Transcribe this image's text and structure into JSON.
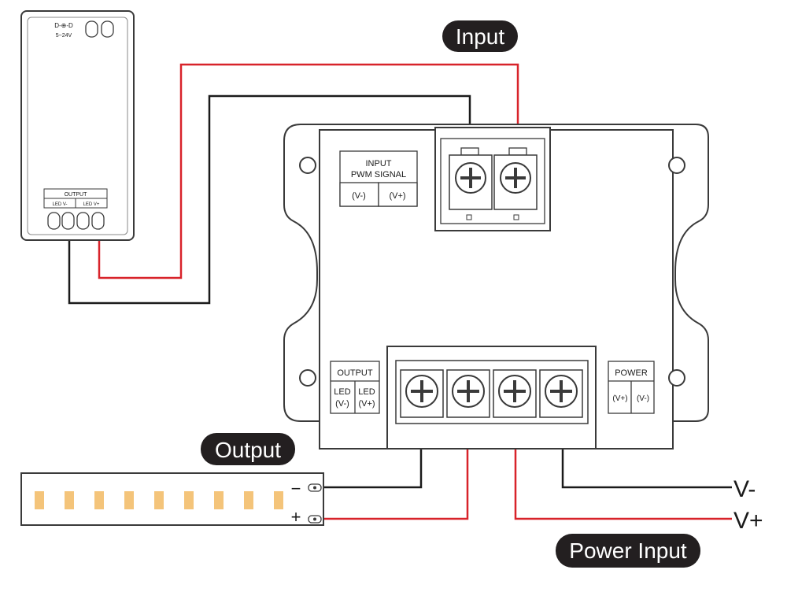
{
  "labels": {
    "input": "Input",
    "output": "Output",
    "power_input": "Power Input",
    "v_minus": "V-",
    "v_plus": "V+"
  },
  "controller": {
    "dc_symbol": "D-⊕-D",
    "dc_text": "5~24V",
    "output_header": "OUTPUT",
    "led_minus": "LED V-",
    "led_plus": "LED V+"
  },
  "driver": {
    "input_header_line1": "INPUT",
    "input_header_line2": "PWM SIGNAL",
    "input_vminus": "(V-)",
    "input_vplus": "(V+)",
    "output_header": "OUTPUT",
    "out_led1": "LED",
    "out_vminus": "(V-)",
    "out_led2": "LED",
    "out_vplus": "(V+)",
    "power_header": "POWER",
    "power_vplus": "(V+)",
    "power_vminus": "(V-)"
  },
  "strip": {
    "minus_sign": "−",
    "plus_sign": "+"
  },
  "colors": {
    "wire_red": "#d8232a",
    "wire_black": "#1a1a1a",
    "outline": "#3a3a3a",
    "led": "#f4c47a",
    "pill_bg": "#231f20"
  }
}
